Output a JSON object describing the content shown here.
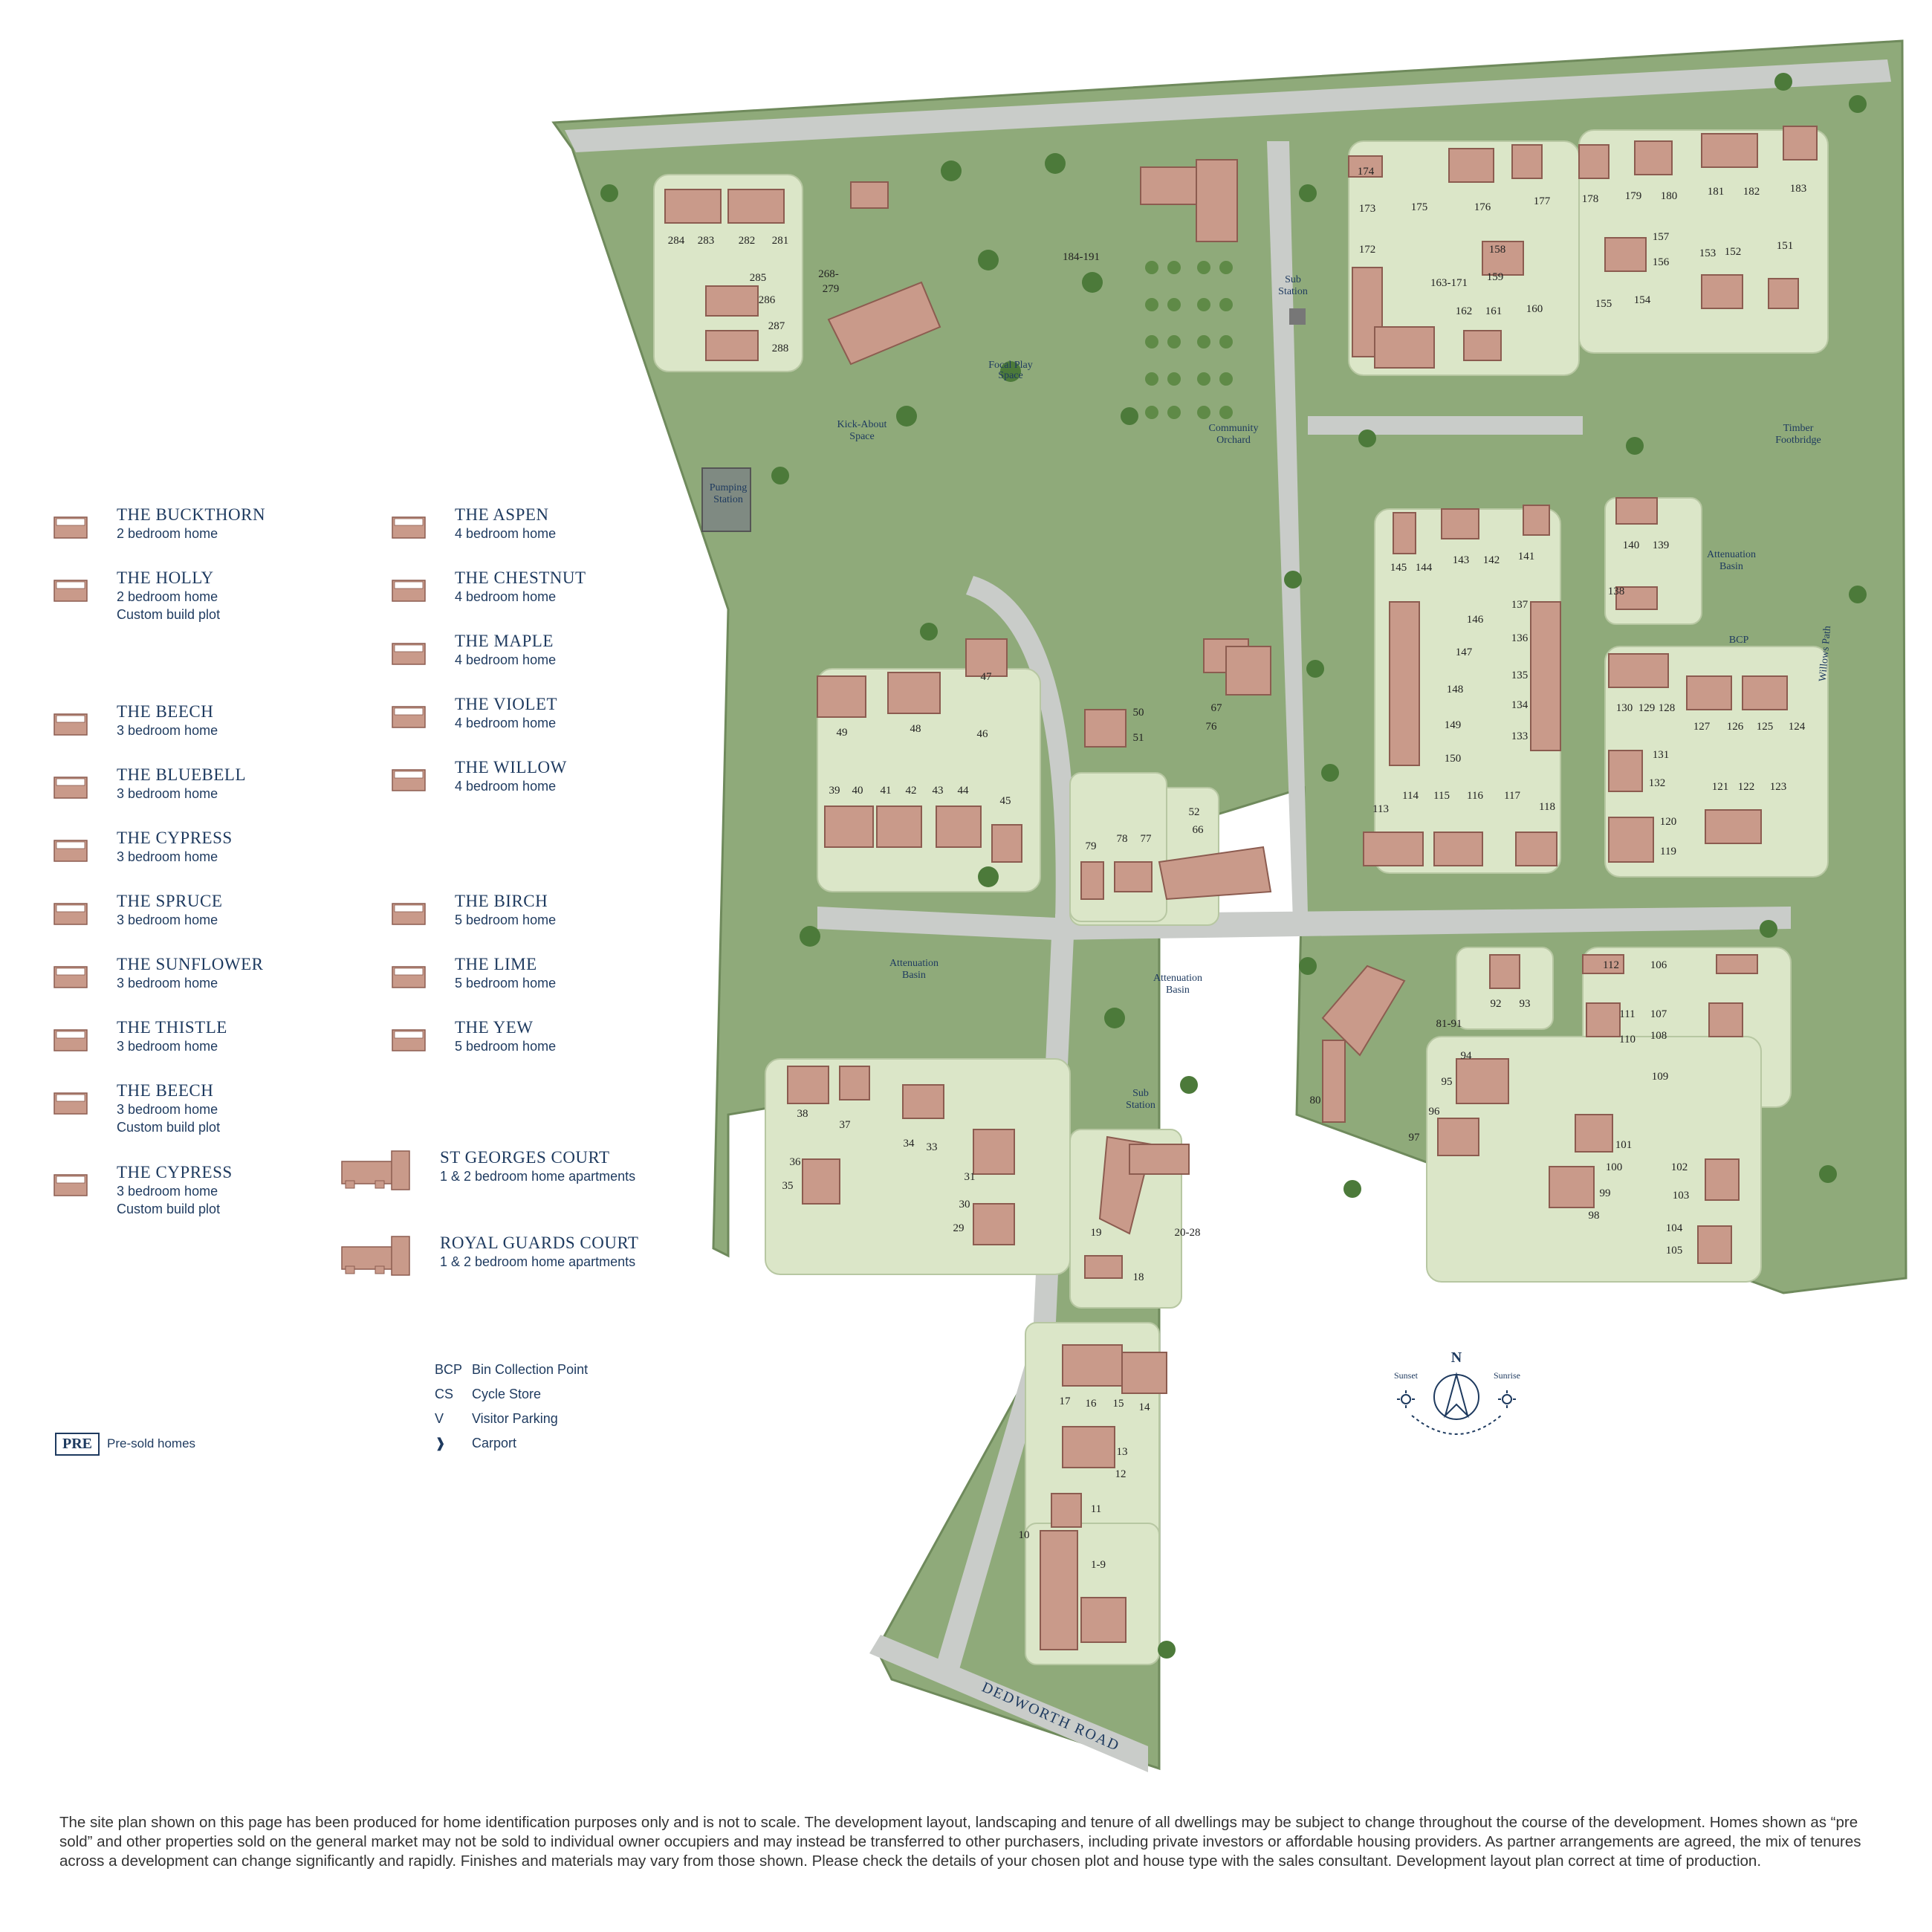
{
  "legend": {
    "house_types_col1": [
      {
        "code": "BUC",
        "name": "THE BUCKTHORN",
        "desc": "2 bedroom home",
        "extra": ""
      },
      {
        "code": "HOL-C",
        "name": "THE HOLLY",
        "desc": "2 bedroom home",
        "extra": "Custom build plot"
      },
      {
        "code": "BEE",
        "name": "THE BEECH",
        "desc": "3 bedroom home",
        "extra": ""
      },
      {
        "code": "BLU",
        "name": "THE BLUEBELL",
        "desc": "3 bedroom home",
        "extra": ""
      },
      {
        "code": "CYP",
        "name": "THE CYPRESS",
        "desc": "3 bedroom home",
        "extra": ""
      },
      {
        "code": "SPR",
        "name": "THE SPRUCE",
        "desc": "3 bedroom home",
        "extra": ""
      },
      {
        "code": "SUN",
        "name": "THE SUNFLOWER",
        "desc": "3 bedroom home",
        "extra": ""
      },
      {
        "code": "THI",
        "name": "THE THISTLE",
        "desc": "3 bedroom home",
        "extra": ""
      },
      {
        "code": "BEE-C",
        "name": "THE BEECH",
        "desc": "3 bedroom home",
        "extra": "Custom build plot"
      },
      {
        "code": "CYP-C",
        "name": "THE CYPRESS",
        "desc": "3 bedroom home",
        "extra": "Custom build plot"
      }
    ],
    "house_types_col2": [
      {
        "code": "ASP",
        "name": "THE ASPEN",
        "desc": "4 bedroom home",
        "extra": ""
      },
      {
        "code": "CHE",
        "name": "THE CHESTNUT",
        "desc": "4 bedroom home",
        "extra": ""
      },
      {
        "code": "MAP",
        "name": "THE MAPLE",
        "desc": "4 bedroom home",
        "extra": ""
      },
      {
        "code": "VIO",
        "name": "THE VIOLET",
        "desc": "4 bedroom home",
        "extra": ""
      },
      {
        "code": "WIL",
        "name": "THE WILLOW",
        "desc": "4 bedroom home",
        "extra": ""
      },
      {
        "code": "BIR",
        "name": "THE BIRCH",
        "desc": "5 bedroom home",
        "extra": ""
      },
      {
        "code": "LIM",
        "name": "THE LIME",
        "desc": "5 bedroom home",
        "extra": ""
      },
      {
        "code": "YEW",
        "name": "THE YEW",
        "desc": "5 bedroom home",
        "extra": ""
      }
    ],
    "apartments": [
      {
        "code": "SGC",
        "name": "ST GEORGES COURT",
        "desc": "1 & 2 bedroom home apartments"
      },
      {
        "code": "RGC",
        "name": "ROYAL GUARDS COURT",
        "desc": "1 & 2 bedroom home apartments"
      }
    ],
    "keys": [
      {
        "code": "BCP",
        "label": "Bin Collection Point"
      },
      {
        "code": "CS",
        "label": "Cycle Store"
      },
      {
        "code": "V",
        "label": "Visitor Parking"
      },
      {
        "code": "",
        "label": "Carport"
      }
    ],
    "pre_code": "PRE",
    "pre_label": "Pre-sold homes"
  },
  "map": {
    "road_name": "DEDWORTH ROAD",
    "labels": {
      "pumping_station": [
        "Pumping",
        "Station"
      ],
      "kick_about": [
        "Kick-About",
        "Space"
      ],
      "focal_play": [
        "Focal Play",
        "Space"
      ],
      "community_orchard": [
        "Community",
        "Orchard"
      ],
      "sub_station_north": [
        "Sub",
        "Station"
      ],
      "sub_station_south": [
        "Sub",
        "Station"
      ],
      "timber_footbridge": [
        "Timber",
        "Footbridge"
      ],
      "attenuation_ne": [
        "Attenuation",
        "Basin"
      ],
      "attenuation_w": [
        "Attenuation",
        "Basin"
      ],
      "attenuation_c": [
        "Attenuation",
        "Basin"
      ],
      "willows_path": "Willows Path"
    },
    "bcp": "BCP",
    "plots": [
      {
        "n": "284"
      },
      {
        "n": "283"
      },
      {
        "n": "282"
      },
      {
        "n": "281"
      },
      {
        "n": "285"
      },
      {
        "n": "286"
      },
      {
        "n": "287"
      },
      {
        "n": "288"
      },
      {
        "n": "268-"
      },
      {
        "n": "279"
      },
      {
        "n": "184-191"
      },
      {
        "n": "174"
      },
      {
        "n": "173"
      },
      {
        "n": "175"
      },
      {
        "n": "176"
      },
      {
        "n": "177"
      },
      {
        "n": "172"
      },
      {
        "n": "158"
      },
      {
        "n": "159"
      },
      {
        "n": "163-171"
      },
      {
        "n": "162"
      },
      {
        "n": "161"
      },
      {
        "n": "160"
      },
      {
        "n": "178"
      },
      {
        "n": "179"
      },
      {
        "n": "180"
      },
      {
        "n": "181"
      },
      {
        "n": "182"
      },
      {
        "n": "183"
      },
      {
        "n": "157"
      },
      {
        "n": "156"
      },
      {
        "n": "153"
      },
      {
        "n": "152"
      },
      {
        "n": "151"
      },
      {
        "n": "155"
      },
      {
        "n": "154"
      },
      {
        "n": "145"
      },
      {
        "n": "144"
      },
      {
        "n": "143"
      },
      {
        "n": "142"
      },
      {
        "n": "141"
      },
      {
        "n": "140"
      },
      {
        "n": "139"
      },
      {
        "n": "138"
      },
      {
        "n": "146"
      },
      {
        "n": "137"
      },
      {
        "n": "147"
      },
      {
        "n": "136"
      },
      {
        "n": "148"
      },
      {
        "n": "135"
      },
      {
        "n": "149"
      },
      {
        "n": "134"
      },
      {
        "n": "150"
      },
      {
        "n": "133"
      },
      {
        "n": "113"
      },
      {
        "n": "114"
      },
      {
        "n": "115"
      },
      {
        "n": "116"
      },
      {
        "n": "117"
      },
      {
        "n": "118"
      },
      {
        "n": "130"
      },
      {
        "n": "129"
      },
      {
        "n": "128"
      },
      {
        "n": "127"
      },
      {
        "n": "126"
      },
      {
        "n": "125"
      },
      {
        "n": "124"
      },
      {
        "n": "131"
      },
      {
        "n": "132"
      },
      {
        "n": "121"
      },
      {
        "n": "122"
      },
      {
        "n": "123"
      },
      {
        "n": "120"
      },
      {
        "n": "119"
      },
      {
        "n": "47"
      },
      {
        "n": "49"
      },
      {
        "n": "48"
      },
      {
        "n": "46"
      },
      {
        "n": "50"
      },
      {
        "n": "51"
      },
      {
        "n": "67"
      },
      {
        "n": "76"
      },
      {
        "n": "39"
      },
      {
        "n": "40"
      },
      {
        "n": "41"
      },
      {
        "n": "42"
      },
      {
        "n": "43"
      },
      {
        "n": "44"
      },
      {
        "n": "45"
      },
      {
        "n": "52"
      },
      {
        "n": "66"
      },
      {
        "n": "79"
      },
      {
        "n": "78"
      },
      {
        "n": "77"
      },
      {
        "n": "112"
      },
      {
        "n": "106"
      },
      {
        "n": "111"
      },
      {
        "n": "107"
      },
      {
        "n": "110"
      },
      {
        "n": "108"
      },
      {
        "n": "109"
      },
      {
        "n": "92"
      },
      {
        "n": "93"
      },
      {
        "n": "81-91"
      },
      {
        "n": "94"
      },
      {
        "n": "95"
      },
      {
        "n": "96"
      },
      {
        "n": "97"
      },
      {
        "n": "80"
      },
      {
        "n": "101"
      },
      {
        "n": "100"
      },
      {
        "n": "99"
      },
      {
        "n": "98"
      },
      {
        "n": "102"
      },
      {
        "n": "103"
      },
      {
        "n": "104"
      },
      {
        "n": "105"
      },
      {
        "n": "38"
      },
      {
        "n": "37"
      },
      {
        "n": "36"
      },
      {
        "n": "35"
      },
      {
        "n": "34"
      },
      {
        "n": "33"
      },
      {
        "n": "31"
      },
      {
        "n": "30"
      },
      {
        "n": "29"
      },
      {
        "n": "19"
      },
      {
        "n": "20-28"
      },
      {
        "n": "18"
      },
      {
        "n": "17"
      },
      {
        "n": "16"
      },
      {
        "n": "15"
      },
      {
        "n": "14"
      },
      {
        "n": "13"
      },
      {
        "n": "12"
      },
      {
        "n": "11"
      },
      {
        "n": "10"
      },
      {
        "n": "1-9"
      }
    ]
  },
  "compass": {
    "north": "N",
    "sunset": "Sunset",
    "sunrise": "Sunrise"
  },
  "disclaimer": "The site plan shown on this page has been produced for home identification purposes only and is not to scale. The development layout, landscaping and tenure of all dwellings may be subject to change throughout the course of the development. Homes shown as “pre sold” and other properties sold on the general market may not be sold to individual owner occupiers and may instead be transferred to other purchasers, including private investors or affordable housing providers. As partner arrangements are agreed, the mix of tenures across a development can change significantly and rapidly. Finishes and materials may vary from those shown. Please check the details of your chosen plot and house type with the sales consultant. Development layout plan correct at time of production.",
  "colors": {
    "grass": "#8faa7a",
    "lot": "#dbe6c8",
    "road": "#c9ccc9",
    "house": "#c99a8a",
    "house_dark": "#8c5c50",
    "tree": "#4c7a3a",
    "text": "#1e3a5f",
    "footpath": "#e9ece5"
  }
}
